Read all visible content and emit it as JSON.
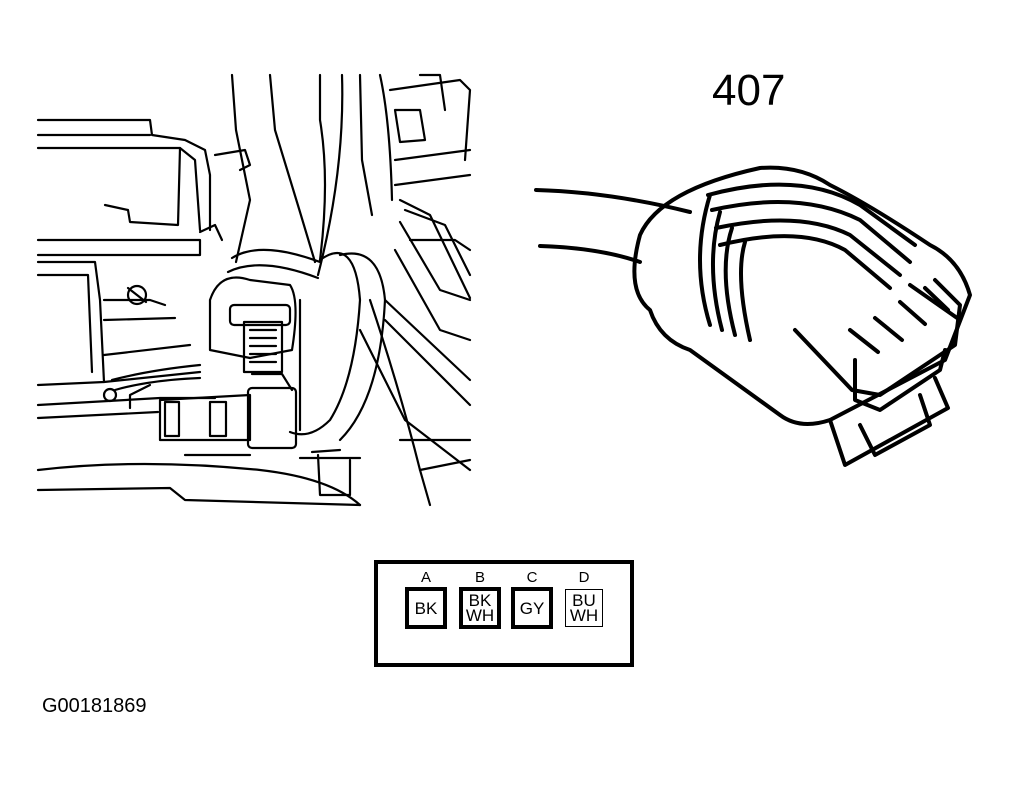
{
  "connector_number": "407",
  "pins": [
    {
      "letter": "A",
      "color": "BK"
    },
    {
      "letter": "B",
      "color": "BK\nWH"
    },
    {
      "letter": "C",
      "color": "GY"
    },
    {
      "letter": "D",
      "color": "BU\nWH"
    }
  ],
  "figure_id": "G00181869"
}
